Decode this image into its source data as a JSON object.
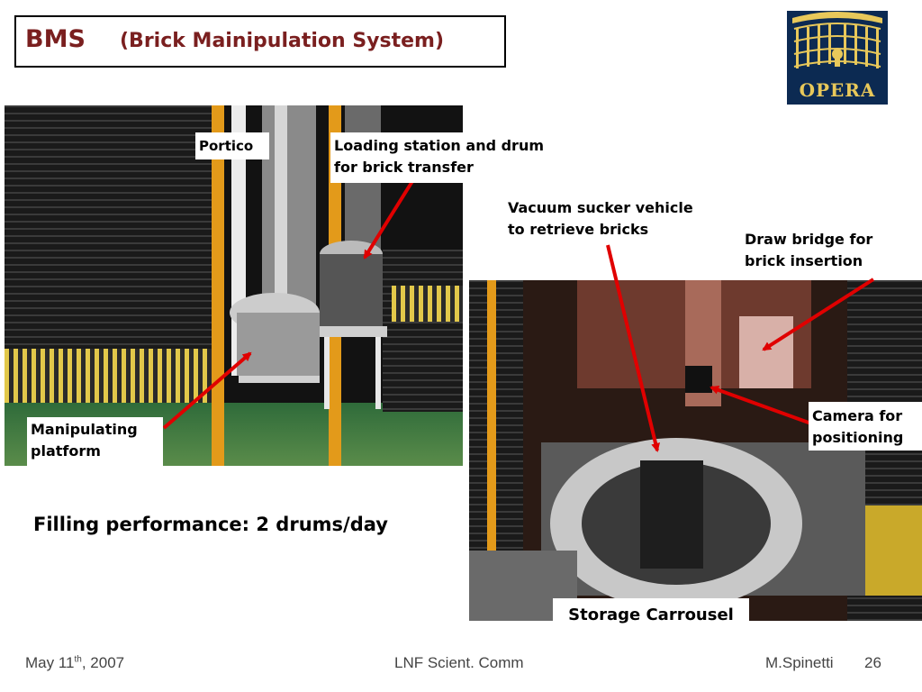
{
  "slide": {
    "title": "BMS",
    "subtitle": "(Brick Mainipulation System)",
    "logo_text": "OPERA"
  },
  "labels": {
    "portico": "Portico",
    "loading_line1": "Loading station and drum",
    "loading_line2": "for brick transfer",
    "vacuum_line1": "Vacuum sucker vehicle",
    "vacuum_line2": "to retrieve bricks",
    "draw_line1": "Draw bridge for",
    "draw_line2": "brick insertion",
    "camera_line1": "Camera for",
    "camera_line2": "positioning",
    "manip_line1": "Manipulating",
    "manip_line2": "platform",
    "storage": "Storage Carrousel"
  },
  "body": {
    "filling": "Filling performance: 2 drums/day"
  },
  "footer": {
    "date_prefix": "May 11",
    "date_sup": "th",
    "date_suffix": ", 2007",
    "center": "LNF Scient. Comm",
    "author": "M.Spinetti",
    "page": "26"
  },
  "colors": {
    "title": "#7a1f1f",
    "arrow": "#e00000",
    "logo_bg": "#0c2a52",
    "logo_gold": "#e8c85a"
  }
}
